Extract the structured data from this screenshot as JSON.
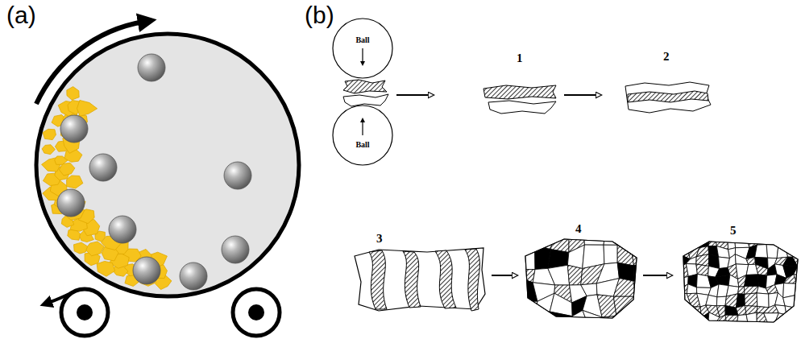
{
  "diagram": {
    "nodes": [
      {
        "text": [
          "Ball"
        ]
      },
      {
        "text": [
          "Ball"
        ]
      }
    ],
    "labels": [
      "(a)",
      "(b)",
      "1",
      "2",
      "3",
      "4",
      "5"
    ]
  }
}
